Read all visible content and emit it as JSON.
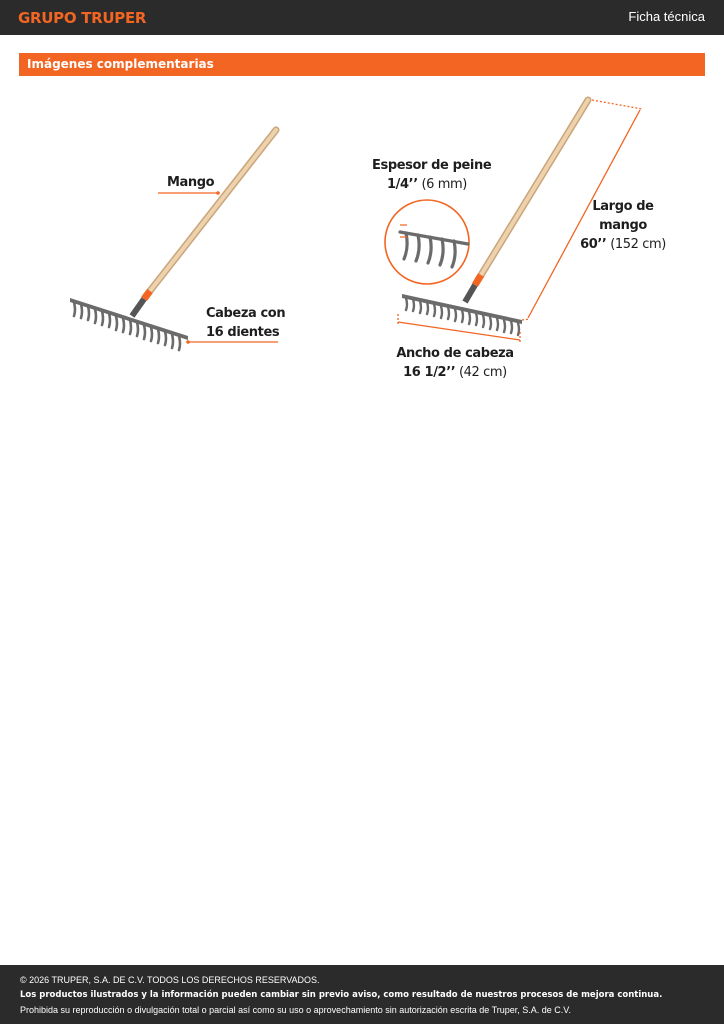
{
  "header": {
    "logo_text": "GRUPO TRUPER",
    "document_type": "Ficha técnica"
  },
  "section": {
    "title": "Imágenes complementarias"
  },
  "figure_left": {
    "handle_label": "Mango",
    "head_label_line1": "Cabeza con",
    "head_label_line2": "16 dientes"
  },
  "figure_right": {
    "thickness_line1": "Espesor de peine",
    "thickness_value": "1/4’’",
    "thickness_metric": "(6 mm)",
    "length_line1": "Largo de",
    "length_line2": "mango",
    "length_value": "60’’",
    "length_metric": "(152 cm)",
    "width_line1": "Ancho de cabeza",
    "width_value": "16 1/2’’",
    "width_metric": "(42 cm)"
  },
  "footer": {
    "copyright": "© 2026 TRUPER, S.A. DE C.V. TODOS LOS DERECHOS RESERVADOS.",
    "notice": "Los productos ilustrados y la información pueden cambiar sin previo aviso, como resultado de nuestros procesos de mejora continua.",
    "prohibition": "Prohibida su reproducción o divulgación total o parcial así como su uso o aprovechamiento sin autorización escrita de Truper, S.A. de C.V."
  },
  "colors": {
    "brand_orange": "#f26522",
    "dark_bar": "#2b2b2b",
    "wood": "#e8c9a0",
    "steel": "#6e6e6e"
  }
}
